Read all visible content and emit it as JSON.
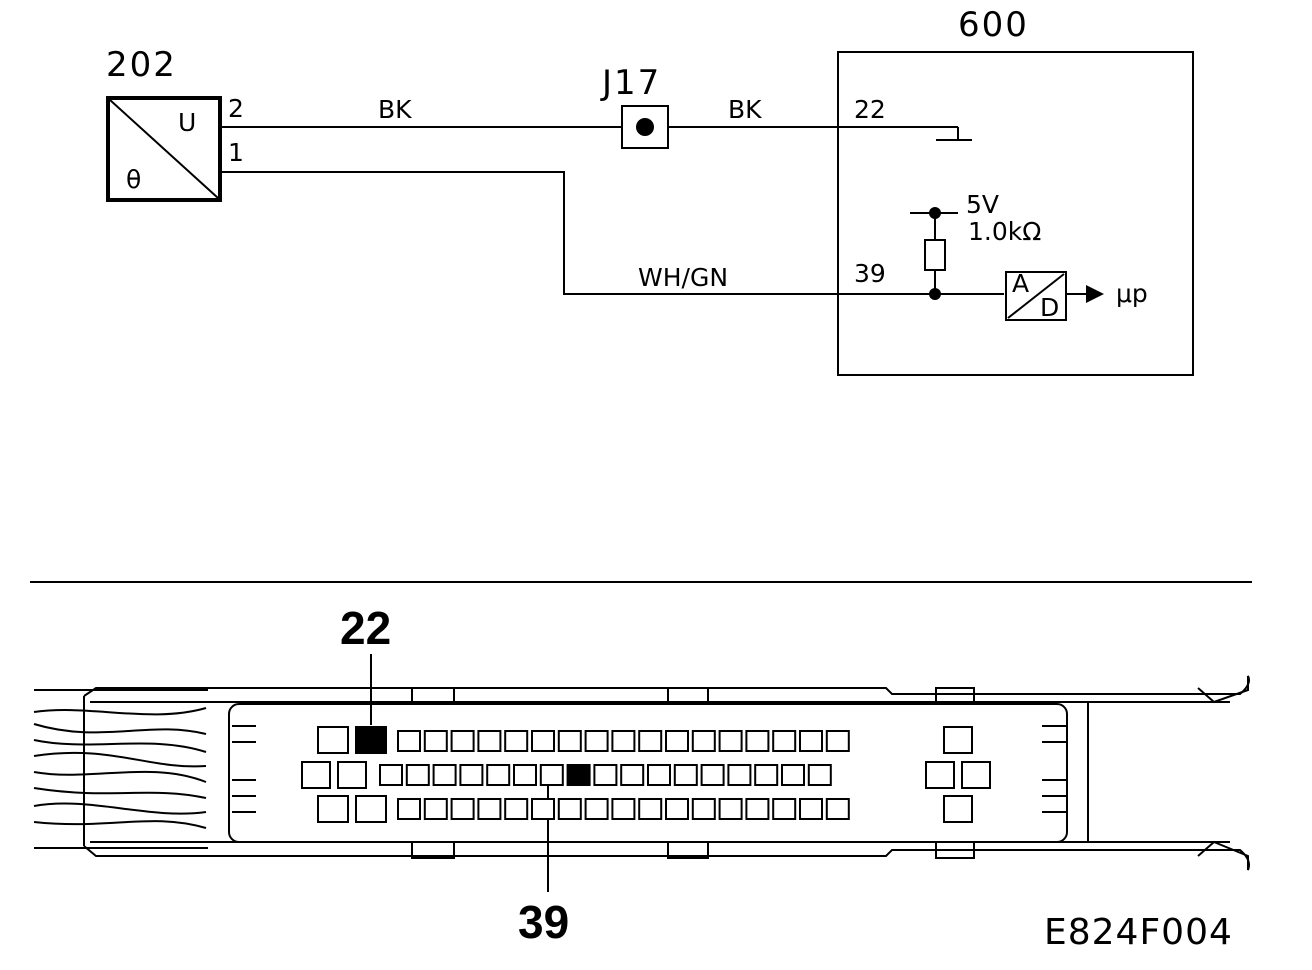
{
  "figure_code": "E824F004",
  "sensor": {
    "id": "202",
    "symbol_u": "U",
    "symbol_theta": "θ",
    "pin_upper": "2",
    "pin_lower": "1"
  },
  "junction": {
    "id": "J17"
  },
  "ecu": {
    "id": "600",
    "pin_ground": "22",
    "pin_signal": "39",
    "supply": "5V",
    "resistor": "1.0kΩ",
    "adc_a": "A",
    "adc_d": "D",
    "output": "μp"
  },
  "wires": {
    "ground_left": "BK",
    "ground_right": "BK",
    "signal": "WH/GN"
  },
  "connector": {
    "callout_top": "22",
    "callout_bottom": "39",
    "rows": [
      {
        "count": 20,
        "highlight_index": 1
      },
      {
        "count": 21,
        "highlight_index": 7
      },
      {
        "count": 20,
        "highlight_index": -1
      }
    ]
  }
}
